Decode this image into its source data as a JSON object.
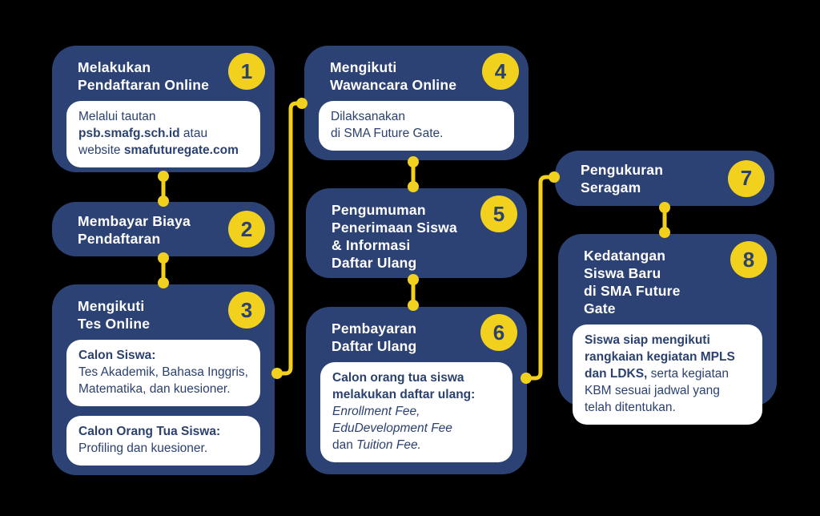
{
  "colors": {
    "background": "#000000",
    "box_bg": "#2c4274",
    "badge_bg": "#f2d11e",
    "badge_text": "#2b4170",
    "title_text": "#ffffff",
    "card_bg": "#ffffff",
    "card_text": "#2b4170",
    "connector": "#f2d11e"
  },
  "diagram": {
    "steps": [
      {
        "number": "1",
        "title_lines": [
          "Melakukan",
          "Pendaftaran Online"
        ],
        "cards": [
          {
            "lines": [
              [
                {
                  "t": "Melalui tautan"
                }
              ],
              [
                {
                  "t": "psb.smafg.sch.id"
                },
                {
                  "t": " atau"
                }
              ],
              [
                {
                  "t": "website "
                },
                {
                  "t": "smafuturegate.com"
                }
              ]
            ]
          }
        ]
      },
      {
        "number": "2",
        "title_lines": [
          "Membayar Biaya",
          "Pendaftaran"
        ],
        "cards": []
      },
      {
        "number": "3",
        "title_lines": [
          "Mengikuti",
          "Tes Online"
        ],
        "cards": [
          {
            "lines": [
              [
                {
                  "t": "Calon Siswa:"
                }
              ],
              [
                {
                  "t": "Tes Akademik, Bahasa Inggris,"
                }
              ],
              [
                {
                  "t": "Matematika, dan kuesioner."
                }
              ]
            ]
          },
          {
            "lines": [
              [
                {
                  "t": "Calon Orang Tua Siswa:"
                }
              ],
              [
                {
                  "t": "Profiling dan kuesioner."
                }
              ]
            ]
          }
        ]
      },
      {
        "number": "4",
        "title_lines": [
          "Mengikuti",
          "Wawancara Online"
        ],
        "cards": [
          {
            "lines": [
              [
                {
                  "t": "Dilaksanakan"
                }
              ],
              [
                {
                  "t": "di SMA Future Gate."
                }
              ]
            ]
          }
        ]
      },
      {
        "number": "5",
        "title_lines": [
          "Pengumuman",
          "Penerimaan Siswa",
          "& Informasi",
          "Daftar Ulang"
        ],
        "cards": []
      },
      {
        "number": "6",
        "title_lines": [
          "Pembayaran",
          "Daftar Ulang"
        ],
        "cards": [
          {
            "lines": [
              [
                {
                  "t": "Calon orang tua siswa"
                }
              ],
              [
                {
                  "t": "melakukan daftar ulang:"
                }
              ],
              [
                {
                  "t": "Enrollment Fee,"
                }
              ],
              [
                {
                  "t": "EduDevelopment Fee"
                }
              ],
              [
                {
                  "t": "dan "
                },
                {
                  "t": "Tuition Fee."
                }
              ]
            ]
          }
        ]
      },
      {
        "number": "7",
        "title_lines": [
          "Pengukuran",
          "Seragam"
        ],
        "cards": []
      },
      {
        "number": "8",
        "title_lines": [
          "Kedatangan",
          "Siswa Baru",
          "di SMA Future Gate"
        ],
        "cards": [
          {
            "lines": [
              [
                {
                  "t": "Siswa siap mengikuti"
                }
              ],
              [
                {
                  "t": "rangkaian kegiatan MPLS"
                }
              ],
              [
                {
                  "t": "dan LDKS,"
                },
                {
                  "t": " serta kegiatan"
                }
              ],
              [
                {
                  "t": "KBM sesuai jadwal yang"
                }
              ],
              [
                {
                  "t": "telah ditentukan."
                }
              ]
            ]
          }
        ]
      }
    ]
  }
}
